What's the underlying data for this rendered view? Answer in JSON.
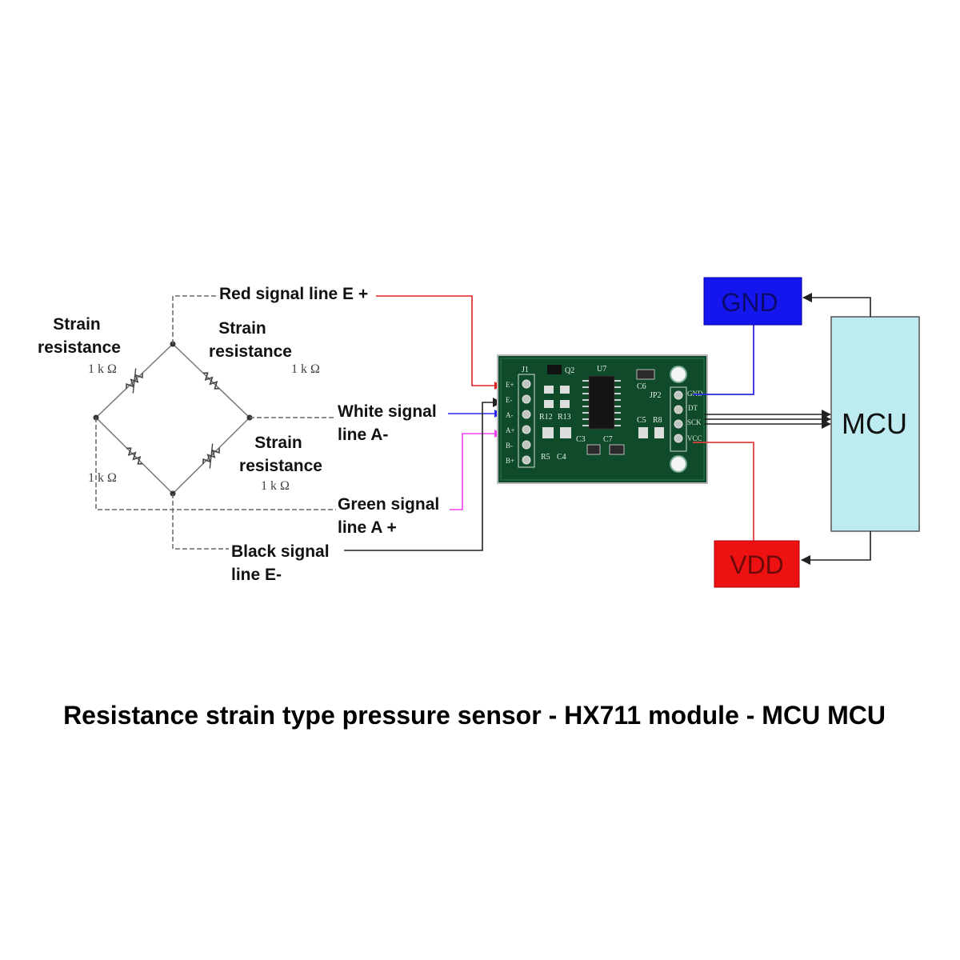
{
  "bridge": {
    "labels": {
      "strain_top_left_1": "Strain",
      "strain_top_left_2": "resistance",
      "strain_top_right_1": "Strain",
      "strain_top_right_2": "resistance",
      "strain_bottom_right_1": "Strain",
      "strain_bottom_right_2": "resistance"
    },
    "resistor_values": {
      "top_left": "1 k Ω",
      "top_right": "1 k Ω",
      "bottom_left": "1 k Ω",
      "bottom_right": "1 k Ω"
    }
  },
  "signal_lines": {
    "red_1": "Red signal line E +",
    "white_1": "White signal",
    "white_2": "line A-",
    "green_1": "Green signal",
    "green_2": "line A +",
    "black_1": "Black signal",
    "black_2": "line E-"
  },
  "module": {
    "pins_left": [
      "E+",
      "E-",
      "A-",
      "A+",
      "B-",
      "B+"
    ],
    "pins_right": [
      "GND",
      "DT",
      "SCK",
      "VCC"
    ],
    "silkscreen": {
      "j1": "J1",
      "u7": "U7",
      "q2": "Q2",
      "c6": "C6",
      "jp2": "JP2",
      "r12": "R12",
      "r13": "R13",
      "c5": "C5",
      "r8": "R8",
      "r5": "R5",
      "c4": "C4",
      "c3": "C3",
      "c7": "C7"
    }
  },
  "power": {
    "gnd": "GND",
    "vdd": "VDD"
  },
  "mcu": {
    "label": "MCU"
  },
  "caption": "Resistance strain type pressure sensor - HX711 module - MCU MCU",
  "colors": {
    "red_wire": "#e02020",
    "white_wire": "#2a2af0",
    "green_wire": "#f040f0",
    "black_wire": "#222222",
    "gnd_box": "#1515ee",
    "gnd_line": "#2a2ae0",
    "vdd_box": "#ee1111",
    "vdd_line": "#e04040",
    "mcu_box": "#bdebf0",
    "pcb": "#0f4a2a"
  }
}
